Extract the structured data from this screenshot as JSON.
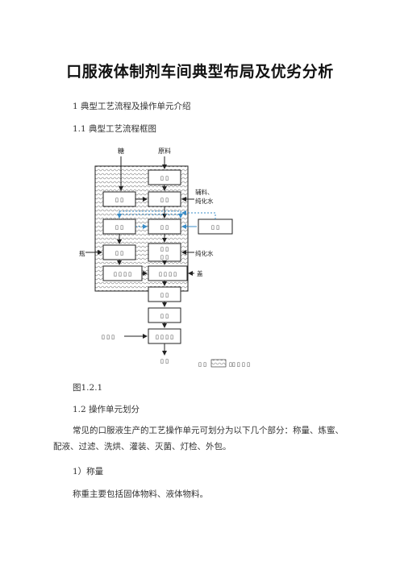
{
  "doc": {
    "title": "口服液体制剂车间典型布局及优劣分析",
    "h1": "1 典型工艺流程及操作单元介绍",
    "h1_1": "1.1 典型工艺流程框图",
    "fig_caption": "图1.2.1",
    "h1_2": "1.2 操作单元划分",
    "para": "常见的口服液生产的工艺操作单元可划分为以下几个部分：称量、炼蜜、配液、过滤、洗烘、灌装、灭菌、灯检、外包。",
    "item1": "1）称量",
    "item1_text": "称重主要包括固体物料、液体物料。"
  },
  "diagram": {
    "top_label_sugar": "糖",
    "top_label_raw": "原料",
    "side_label_fuliao": "辅料、",
    "side_label_water1": "纯化水",
    "side_label_water2": "纯化水",
    "side_label_bottle": "瓶",
    "side_label_cap": "盖",
    "boxes": {
      "b1": "▯ ▯",
      "b2": "▯ ▯",
      "b3": "▯ ▯",
      "b4": "▯ ▯",
      "b5": "▯ ▯",
      "b6": "▯ ▯",
      "b7a": "▯ ▯",
      "b7b": "▯ ▯",
      "b8": "▯ ▯",
      "b9": "▯ ▯ ▯ ▯",
      "b10": "▯ ▯ ▯ ▯",
      "b11": "▯ ▯",
      "b12": "▯ ▯",
      "b13": "▯ ▯ ▯ ▯"
    },
    "left_input": "▯ ▯ ▯",
    "output": "▯ ▯",
    "legend_left": "▯ ▯",
    "legend_right": "▯▯ ▯ ▯ ▯"
  }
}
